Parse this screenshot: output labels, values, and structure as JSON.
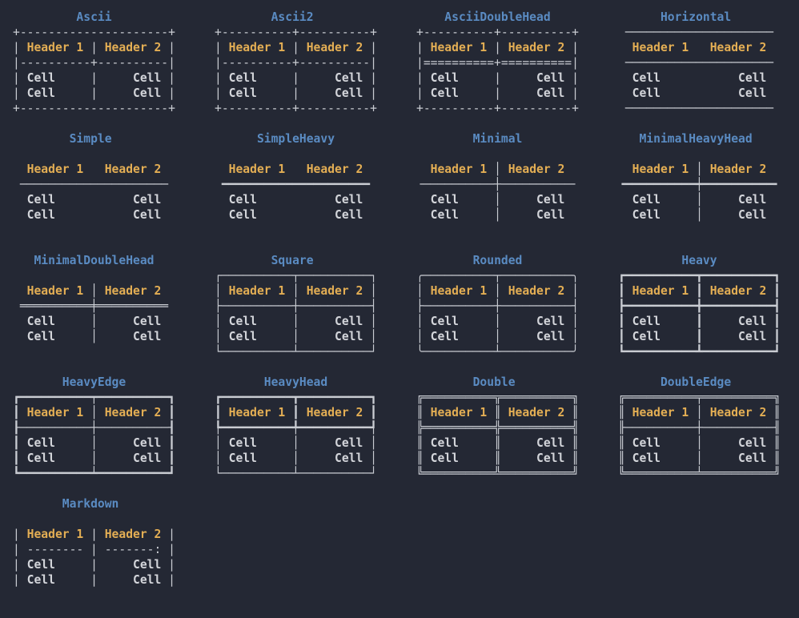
{
  "colors": {
    "background": "#242834",
    "title": "#5a8bc2",
    "header": "#e3ae54",
    "cell": "#d3d5da",
    "border": "#c9ccd2"
  },
  "tokens": {
    "headers": [
      "Header 1",
      "Header 2"
    ],
    "cell": "Cell"
  },
  "tables": [
    {
      "title": "Ascii",
      "lines": [
        "+---------------------+",
        "| Header 1 | Header 2 |",
        "|----------+----------|",
        "| Cell     |     Cell |",
        "| Cell     |     Cell |",
        "+---------------------+"
      ]
    },
    {
      "title": "Ascii2",
      "lines": [
        "+----------+----------+",
        "| Header 1 | Header 2 |",
        "|----------+----------|",
        "| Cell     |     Cell |",
        "| Cell     |     Cell |",
        "+----------+----------+"
      ]
    },
    {
      "title": "AsciiDoubleHead",
      "lines": [
        "+----------+----------+",
        "| Header 1 | Header 2 |",
        "|==========+==========|",
        "| Cell     |     Cell |",
        "| Cell     |     Cell |",
        "+----------+----------+"
      ]
    },
    {
      "title": "Horizontal",
      "lines": [
        " ───────────────────── ",
        "  Header 1   Header 2  ",
        " ───────────────────── ",
        "  Cell           Cell  ",
        "  Cell           Cell  ",
        " ───────────────────── "
      ]
    },
    {
      "title": "Simple",
      "lines": [
        "",
        "  Header 1   Header 2  ",
        " ───────────────────── ",
        "  Cell           Cell  ",
        "  Cell           Cell  ",
        ""
      ]
    },
    {
      "title": "SimpleHeavy",
      "lines": [
        "",
        "  Header 1   Header 2  ",
        " ━━━━━━━━━━━━━━━━━━━━━ ",
        "  Cell           Cell  ",
        "  Cell           Cell  ",
        ""
      ]
    },
    {
      "title": "Minimal",
      "lines": [
        "",
        "  Header 1 │ Header 2  ",
        "╶──────────┼──────────╴",
        "  Cell     │     Cell  ",
        "  Cell     │     Cell  ",
        ""
      ]
    },
    {
      "title": "MinimalHeavyHead",
      "lines": [
        "",
        "  Header 1 │ Header 2  ",
        "╺━━━━━━━━━━┿━━━━━━━━━━╸",
        "  Cell     │     Cell  ",
        "  Cell     │     Cell  ",
        ""
      ]
    },
    {
      "title": "MinimalDoubleHead",
      "lines": [
        "",
        "  Header 1 │ Header 2  ",
        " ══════════╪══════════ ",
        "  Cell     │     Cell  ",
        "  Cell     │     Cell  ",
        ""
      ]
    },
    {
      "title": "Square",
      "lines": [
        "┌──────────┬──────────┐",
        "│ Header 1 │ Header 2 │",
        "├──────────┼──────────┤",
        "│ Cell     │     Cell │",
        "│ Cell     │     Cell │",
        "└──────────┴──────────┘"
      ]
    },
    {
      "title": "Rounded",
      "lines": [
        "╭──────────┬──────────╮",
        "│ Header 1 │ Header 2 │",
        "├──────────┼──────────┤",
        "│ Cell     │     Cell │",
        "│ Cell     │     Cell │",
        "╰──────────┴──────────╯"
      ]
    },
    {
      "title": "Heavy",
      "lines": [
        "┏━━━━━━━━━━┳━━━━━━━━━━┓",
        "┃ Header 1 ┃ Header 2 ┃",
        "┣━━━━━━━━━━╋━━━━━━━━━━┫",
        "┃ Cell     ┃     Cell ┃",
        "┃ Cell     ┃     Cell ┃",
        "┗━━━━━━━━━━┻━━━━━━━━━━┛"
      ]
    },
    {
      "title": "HeavyEdge",
      "lines": [
        "┏━━━━━━━━━━┯━━━━━━━━━━┓",
        "┃ Header 1 │ Header 2 ┃",
        "┠──────────┼──────────┨",
        "┃ Cell     │     Cell ┃",
        "┃ Cell     │     Cell ┃",
        "┗━━━━━━━━━━┷━━━━━━━━━━┛"
      ]
    },
    {
      "title": "HeavyHead",
      "lines": [
        "┏━━━━━━━━━━┳━━━━━━━━━━┓",
        "┃ Header 1 ┃ Header 2 ┃",
        "┡━━━━━━━━━━╇━━━━━━━━━━┩",
        "│ Cell     │     Cell │",
        "│ Cell     │     Cell │",
        "└──────────┴──────────┘"
      ]
    },
    {
      "title": "Double",
      "lines": [
        "╔══════════╦══════════╗",
        "║ Header 1 ║ Header 2 ║",
        "╠══════════╬══════════╣",
        "║ Cell     ║     Cell ║",
        "║ Cell     ║     Cell ║",
        "╚══════════╩══════════╝"
      ]
    },
    {
      "title": "DoubleEdge",
      "lines": [
        "╔══════════╤══════════╗",
        "║ Header 1 │ Header 2 ║",
        "╟──────────┼──────────╢",
        "║ Cell     │     Cell ║",
        "║ Cell     │     Cell ║",
        "╚══════════╧══════════╝"
      ]
    },
    {
      "title": "Markdown",
      "lines": [
        "",
        "| Header 1 | Header 2 |",
        "| -------- | -------: |",
        "| Cell     |     Cell |",
        "| Cell     |     Cell |",
        ""
      ]
    }
  ]
}
